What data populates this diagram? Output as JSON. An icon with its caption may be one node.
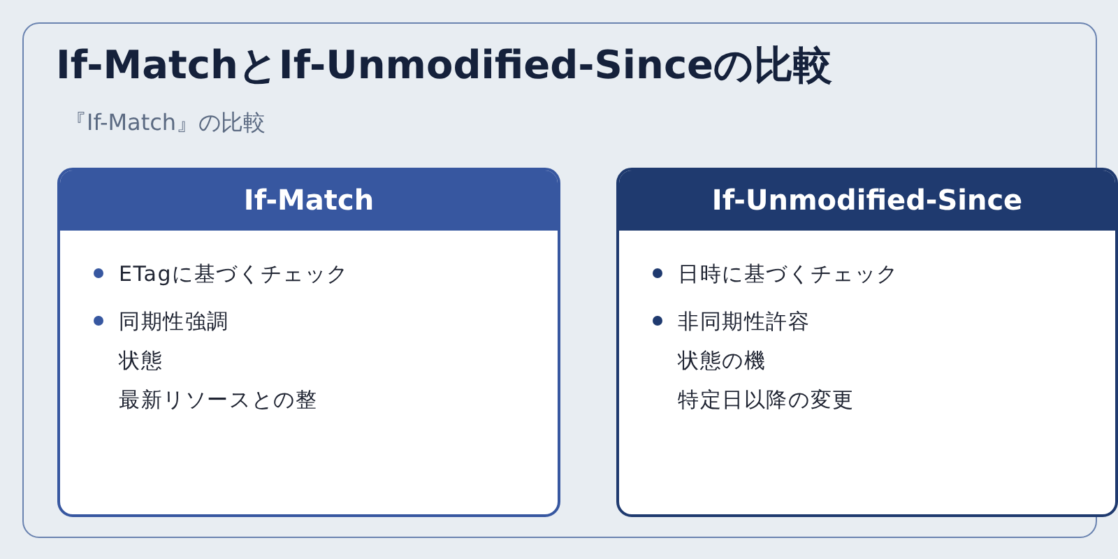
{
  "diagram": {
    "title": "If-MatchとIf-Unmodified-Sinceの比較",
    "nodes": [
      {
        "text": [
          "If-Match",
          "ETagに基づくチェック",
          "同期性強調",
          "状態",
          "最新リソースとの整"
        ]
      },
      {
        "text": [
          "If-Unmodified-Since",
          "日時に基づくチェック",
          "非同期性許容",
          "状態の機",
          "特定日以降の変更"
        ]
      }
    ],
    "labels": [
      "『If-Match』の比較"
    ]
  }
}
